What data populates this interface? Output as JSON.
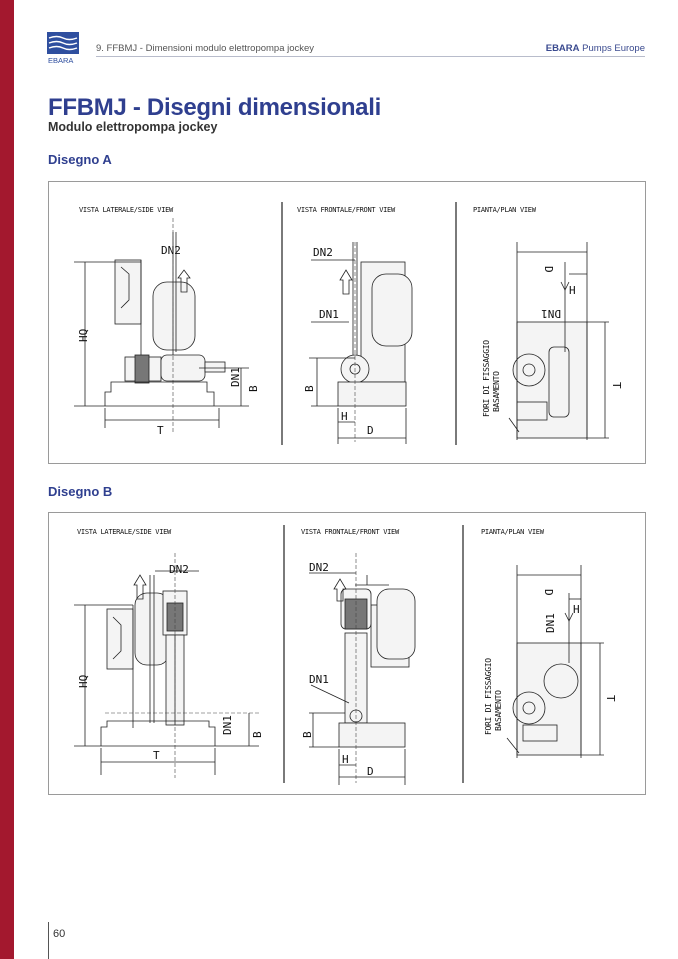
{
  "header": {
    "logo_text": "EBARA",
    "section": "9.  FFBMJ - Dimensioni modulo elettropompa jockey",
    "brand_bold": "EBARA",
    "brand_rest": " Pumps Europe"
  },
  "title": "FFBMJ - Disegni dimensionali",
  "subtitle": "Modulo elettropompa jockey",
  "drawings": [
    {
      "heading": "Disegno A",
      "views": {
        "side": "VISTA LATERALE/SIDE VIEW",
        "front": "VISTA FRONTALE/FRONT VIEW",
        "plan": "PIANTA/PLAN VIEW"
      },
      "labels": {
        "hq": "HQ",
        "t": "T",
        "b": "B",
        "dn1": "DN1",
        "dn2": "DN2",
        "h": "H",
        "d": "D",
        "fori1": "FORI DI FISSAGGIO",
        "fori2": "BASAMENTO"
      }
    },
    {
      "heading": "Disegno B",
      "views": {
        "side": "VISTA LATERALE/SIDE VIEW",
        "front": "VISTA FRONTALE/FRONT VIEW",
        "plan": "PIANTA/PLAN VIEW"
      },
      "labels": {
        "hq": "HQ",
        "t": "T",
        "b": "B",
        "dn1": "DN1",
        "dn2": "DN2",
        "h": "H",
        "d": "D",
        "fori1": "FORI DI FISSAGGIO",
        "fori2": "BASAMENTO"
      }
    }
  ],
  "page_number": "60",
  "colors": {
    "accent_red": "#a3182e",
    "brand_blue": "#2f3f8f"
  }
}
